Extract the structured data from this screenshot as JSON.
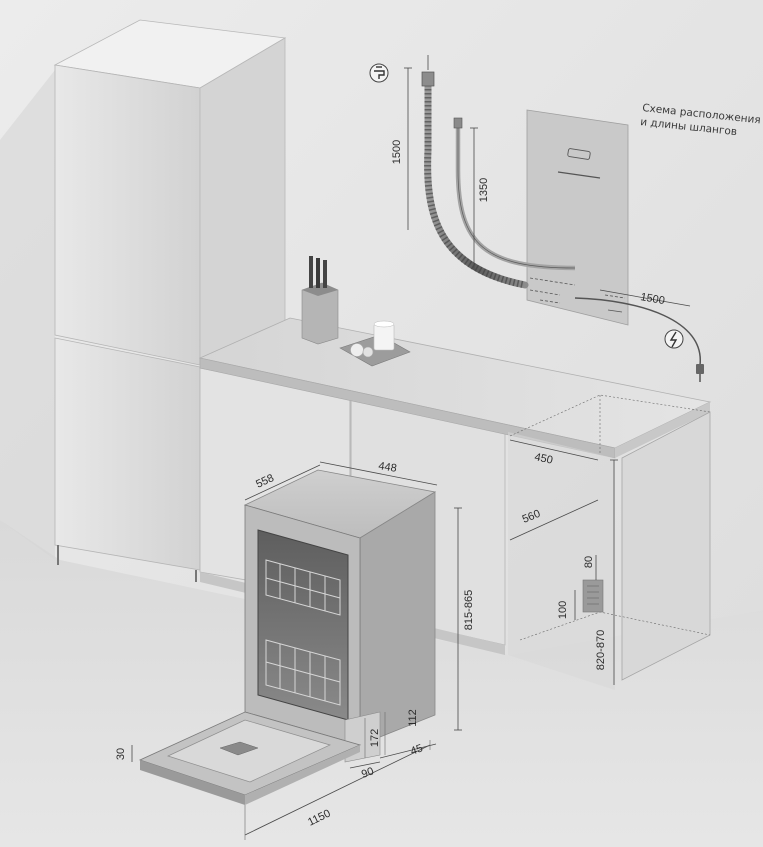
{
  "caption": {
    "line1": "Схема расположения",
    "line2": "и длины шлангов"
  },
  "dimensions": {
    "inlet_hose": "1500",
    "drain_hose": "1350",
    "power_cable": "1500",
    "depth_total": "558",
    "width": "448",
    "height_range": "815-865",
    "niche_width": "450",
    "niche_depth": "560",
    "niche_height": "820-870",
    "rear_gap": "80",
    "rear_height": "100",
    "plinth_height": "112",
    "plinth_depth": "172",
    "plinth_offset": "45",
    "door_gap": "90",
    "door_thickness": "30",
    "door_open_depth": "1150"
  },
  "icons": [
    "water-tap-icon",
    "power-plug-icon"
  ]
}
